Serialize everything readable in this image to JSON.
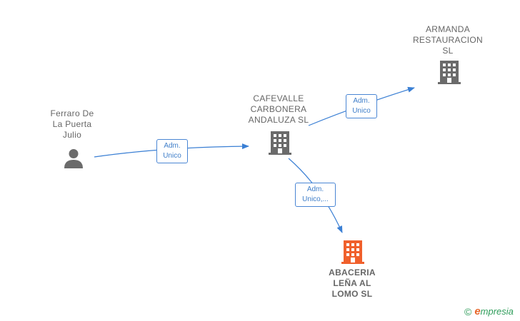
{
  "nodes": {
    "person": {
      "name_lines": [
        "Ferraro De",
        "La Puerta",
        "Julio"
      ],
      "icon": "person-icon"
    },
    "cafevalle": {
      "name_lines": [
        "CAFEVALLE",
        "CARBONERA",
        "ANDALUZA  SL"
      ],
      "icon": "building-icon"
    },
    "armanda": {
      "name_lines": [
        "ARMANDA",
        "RESTAURACION",
        "SL"
      ],
      "icon": "building-icon"
    },
    "abaceria": {
      "name_lines": [
        "ABACERIA",
        "LEÑA AL",
        "LOMO  SL"
      ],
      "icon": "building-icon"
    }
  },
  "edges": {
    "person_to_cafevalle": {
      "label_lines": [
        "Adm.",
        "Unico"
      ]
    },
    "cafevalle_to_armanda": {
      "label_lines": [
        "Adm.",
        "Unico"
      ]
    },
    "cafevalle_to_abaceria": {
      "label_lines": [
        "Adm.",
        "Unico,..."
      ]
    }
  },
  "colors": {
    "edge": "#3a7fd4",
    "node_gray": "#6b6b6b",
    "node_highlight": "#f0602c"
  },
  "brand": {
    "copyright": "©",
    "initial": "e",
    "name": "mpresia"
  }
}
